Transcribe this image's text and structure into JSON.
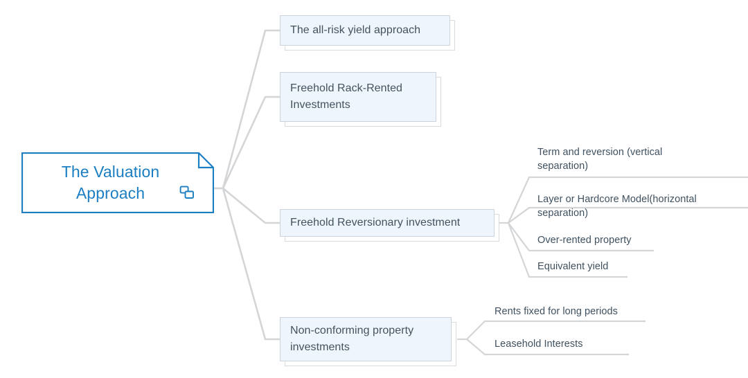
{
  "diagram": {
    "type": "mind-map",
    "background_color": "#ffffff",
    "root_accent_color": "#1b7ec2",
    "branch_fill_color": "#eef5fc",
    "branch_border_color": "#cdd3da",
    "connector_color": "#d3d5d7",
    "branch_text_color": "#44525e",
    "leaf_text_color": "#3f5160"
  },
  "root": {
    "label": "The Valuation\nApproach",
    "icon": "copy-icon"
  },
  "branches": [
    {
      "id": "all-risk-yield",
      "label": "The all-risk yield approach",
      "children": []
    },
    {
      "id": "freehold-rack-rented",
      "label": "Freehold Rack-Rented\nInvestments",
      "children": []
    },
    {
      "id": "freehold-reversionary",
      "label": "Freehold Reversionary investment",
      "children": [
        {
          "id": "term-and-reversion",
          "label": "Term and reversion (vertical\nseparation)"
        },
        {
          "id": "layer-hardcore-model",
          "label": "Layer or Hardcore Model(horizontal\nseparation)"
        },
        {
          "id": "over-rented-property",
          "label": "Over-rented property"
        },
        {
          "id": "equivalent-yield",
          "label": "Equivalent yield"
        }
      ]
    },
    {
      "id": "non-conforming",
      "label": "Non-conforming property\ninvestments",
      "children": [
        {
          "id": "rents-fixed-long-periods",
          "label": "Rents fixed for long periods"
        },
        {
          "id": "leasehold-interests",
          "label": "Leasehold Interests"
        }
      ]
    }
  ]
}
